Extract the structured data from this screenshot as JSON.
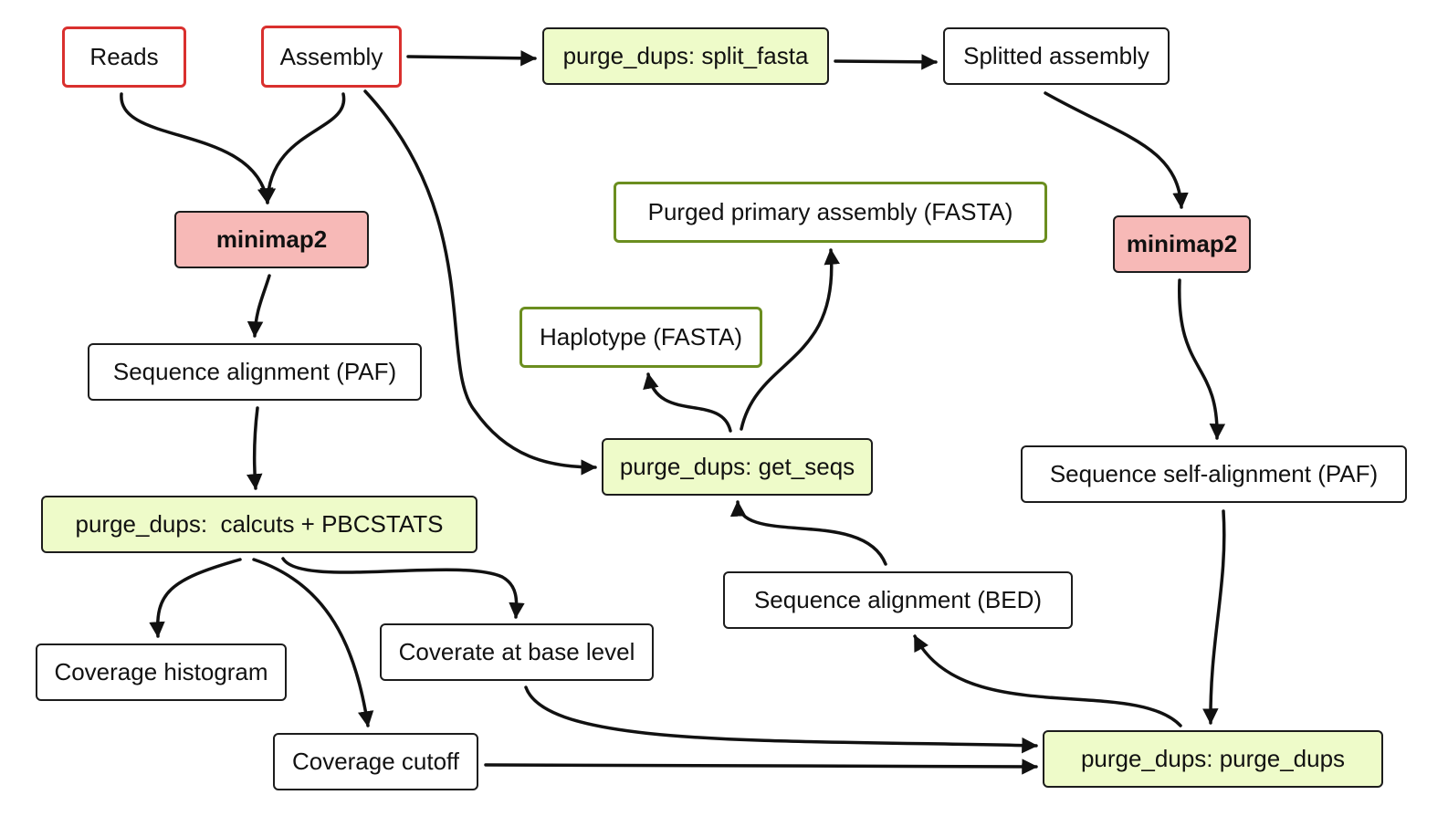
{
  "nodes": {
    "reads": "Reads",
    "assembly": "Assembly",
    "split_fasta": "purge_dups: split_fasta",
    "splitted_assembly": "Splitted assembly",
    "minimap2_left": "minimap2",
    "minimap2_right": "minimap2",
    "purged_primary": "Purged primary assembly (FASTA)",
    "haplotype": "Haplotype (FASTA)",
    "seq_alignment_paf": "Sequence alignment (PAF)",
    "get_seqs": "purge_dups: get_seqs",
    "self_alignment_paf": "Sequence self-alignment (PAF)",
    "calcuts": "purge_dups:  calcuts + PBCSTATS",
    "seq_alignment_bed": "Sequence alignment (BED)",
    "coverage_base": "Coverate at base level",
    "coverage_histogram": "Coverage histogram",
    "coverage_cutoff": "Coverage cutoff",
    "purge_dups": "purge_dups: purge_dups"
  },
  "colors": {
    "input_border": "#d9302e",
    "tool_fill": "#f7b9b7",
    "purge_fill": "#eefbc9",
    "output_border": "#6b8e1f",
    "edge": "#111111"
  }
}
